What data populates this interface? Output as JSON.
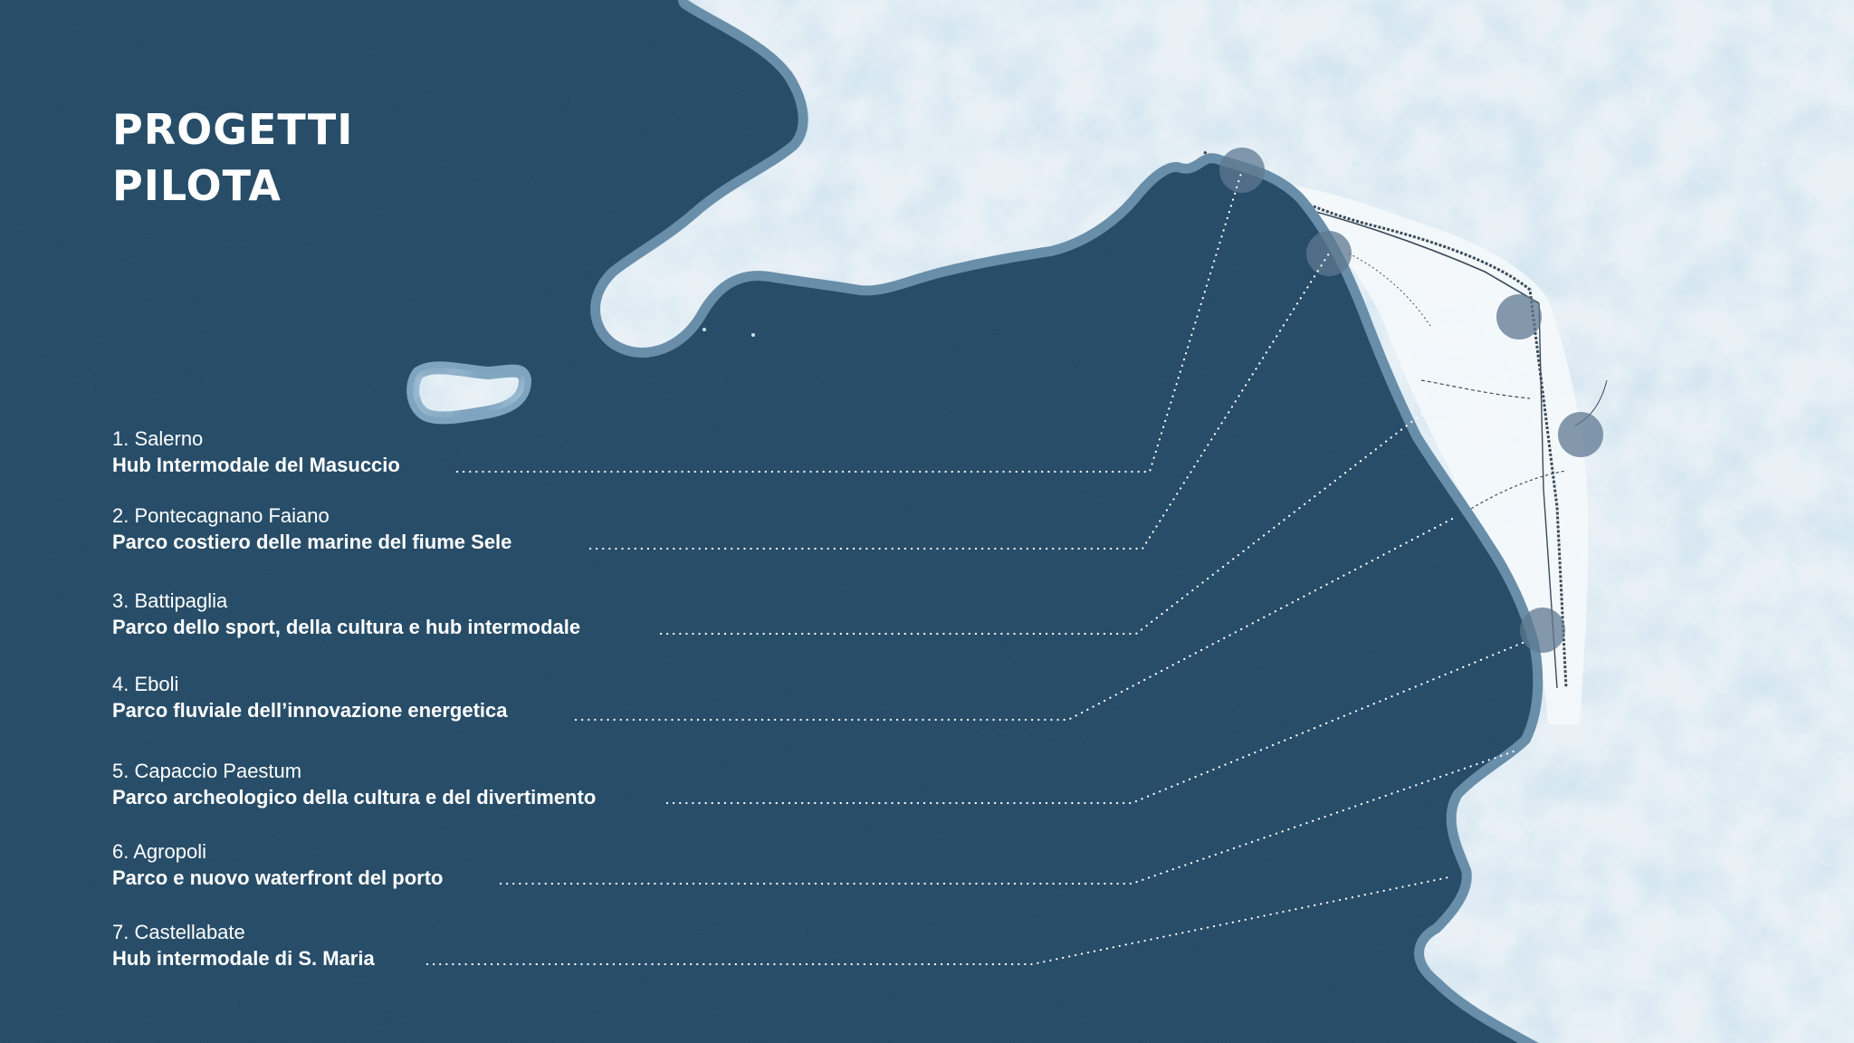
{
  "title": {
    "line1": "PROGETTI",
    "line2": "PILOTA"
  },
  "colors": {
    "sea": "#1f4561",
    "land": "#e9f1f7",
    "relief": "#8fb9d3",
    "marker": "#5f7891",
    "text": "#ffffff"
  },
  "projects": [
    {
      "city": "1. Salerno",
      "name": "Hub Intermodale del Masuccio"
    },
    {
      "city": "2. Pontecagnano Faiano",
      "name": "Parco costiero delle marine del fiume Sele"
    },
    {
      "city": "3. Battipaglia",
      "name": "Parco dello sport, della cultura e hub intermodale"
    },
    {
      "city": "4. Eboli",
      "name": "Parco fluviale dell’innovazione energetica"
    },
    {
      "city": "5. Capaccio Paestum",
      "name": "Parco archeologico della cultura e del divertimento"
    },
    {
      "city": "6. Agropoli",
      "name": "Parco e nuovo waterfront del porto"
    },
    {
      "city": "7. Castellabate",
      "name": "Hub intermodale di S. Maria"
    }
  ]
}
